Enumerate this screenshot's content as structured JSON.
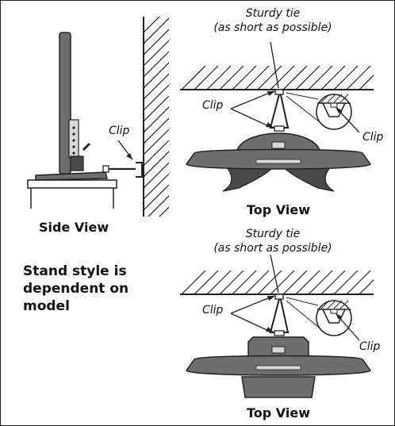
{
  "side_view": {
    "clip_label": "Clip",
    "caption": "Side View"
  },
  "top_view_1": {
    "tie_label_line1": "Sturdy tie",
    "tie_label_line2": "(as short as possible)",
    "clip_left_label": "Clip",
    "clip_right_label": "Clip",
    "caption": "Top View"
  },
  "top_view_2": {
    "tie_label_line1": "Sturdy tie",
    "tie_label_line2": "(as short as possible)",
    "clip_left_label": "Clip",
    "clip_right_label": "Clip",
    "caption": "Top View"
  },
  "note": {
    "line1": "Stand style is",
    "line2": "dependent on",
    "line3": "model"
  },
  "colors": {
    "line": "#222222",
    "tv_gray": "#6e6e6e",
    "tv_dark": "#4a4a4a",
    "light_gray": "#d8d8d8"
  }
}
